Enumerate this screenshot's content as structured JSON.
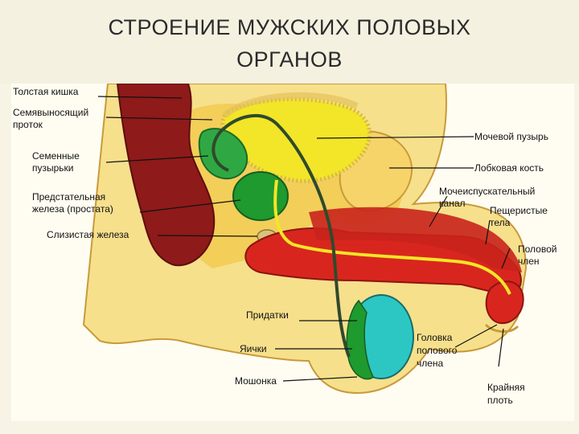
{
  "slide": {
    "title_line1": "СТРОЕНИЕ МУЖСКИХ ПОЛОВЫХ",
    "title_line2": "ОРГАНОВ"
  },
  "labels": {
    "colon_1": "Толстая кишка",
    "vas_1": "Семявыносящий",
    "vas_2": "проток",
    "vesicles_1": "Семенные",
    "vesicles_2": "пузырьки",
    "prostate_1": "Предстательная",
    "prostate_2": "железа (простата)",
    "mucous": "Слизистая железа",
    "bladder": "Мочевой пузырь",
    "pubic": "Лобковая кость",
    "urethra_1": "Мочеиспускательный",
    "urethra_2": "канал",
    "cavernous_1": "Пещеристые",
    "cavernous_2": "тела",
    "penis_1": "Половой",
    "penis_2": "член",
    "epididymis": "Придатки",
    "testes": "Яички",
    "scrotum": "Мошонка",
    "glans_1": "Головка",
    "glans_2": "полового",
    "glans_3": "члена",
    "foreskin_1": "Крайняя",
    "foreskin_2": "плоть"
  },
  "colors": {
    "skin": "#f6e08c",
    "skin_edge": "#c99a3a",
    "colon": "#8e1a1a",
    "bladder": "#f3e528",
    "bone": "#f7d46a",
    "prostate": "#1f9a2e",
    "vesicles": "#2fa844",
    "penis": "#d8261e",
    "testis": "#2cc7c3",
    "duct": "#2f4a2c"
  }
}
